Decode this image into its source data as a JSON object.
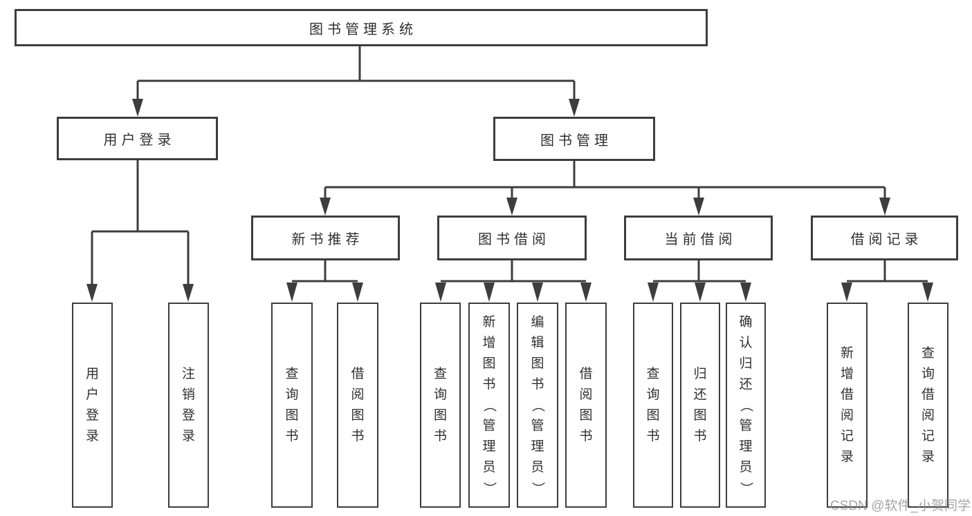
{
  "diagram_type": "hierarchy-tree",
  "colors": {
    "line": "#3d3d3d",
    "text": "#303030",
    "background": "#ffffff",
    "watermark": "#8c8c8c"
  },
  "nodes": {
    "root": "图书管理系统",
    "user_login": "用户登录",
    "book_management": "图书管理",
    "new_book_recommend": "新书推荐",
    "book_borrow": "图书借阅",
    "current_borrow": "当前借阅",
    "borrow_record": "借阅记录",
    "user_login_children": {
      "login": "用户登录",
      "logout": "注销登录"
    },
    "new_book_recommend_children": {
      "query": "查询图书",
      "borrow": "借阅图书"
    },
    "book_borrow_children": {
      "query": "查询图书",
      "add": "新增图书（管理员）",
      "edit": "编辑图书（管理员）",
      "borrow": "借阅图书"
    },
    "current_borrow_children": {
      "query": "查询图书",
      "return": "归还图书",
      "confirm": "确认归还（管理员）"
    },
    "borrow_record_children": {
      "add": "新增借阅记录",
      "query": "查询借阅记录"
    }
  },
  "watermark": "CSDN @软件_小贺同学"
}
